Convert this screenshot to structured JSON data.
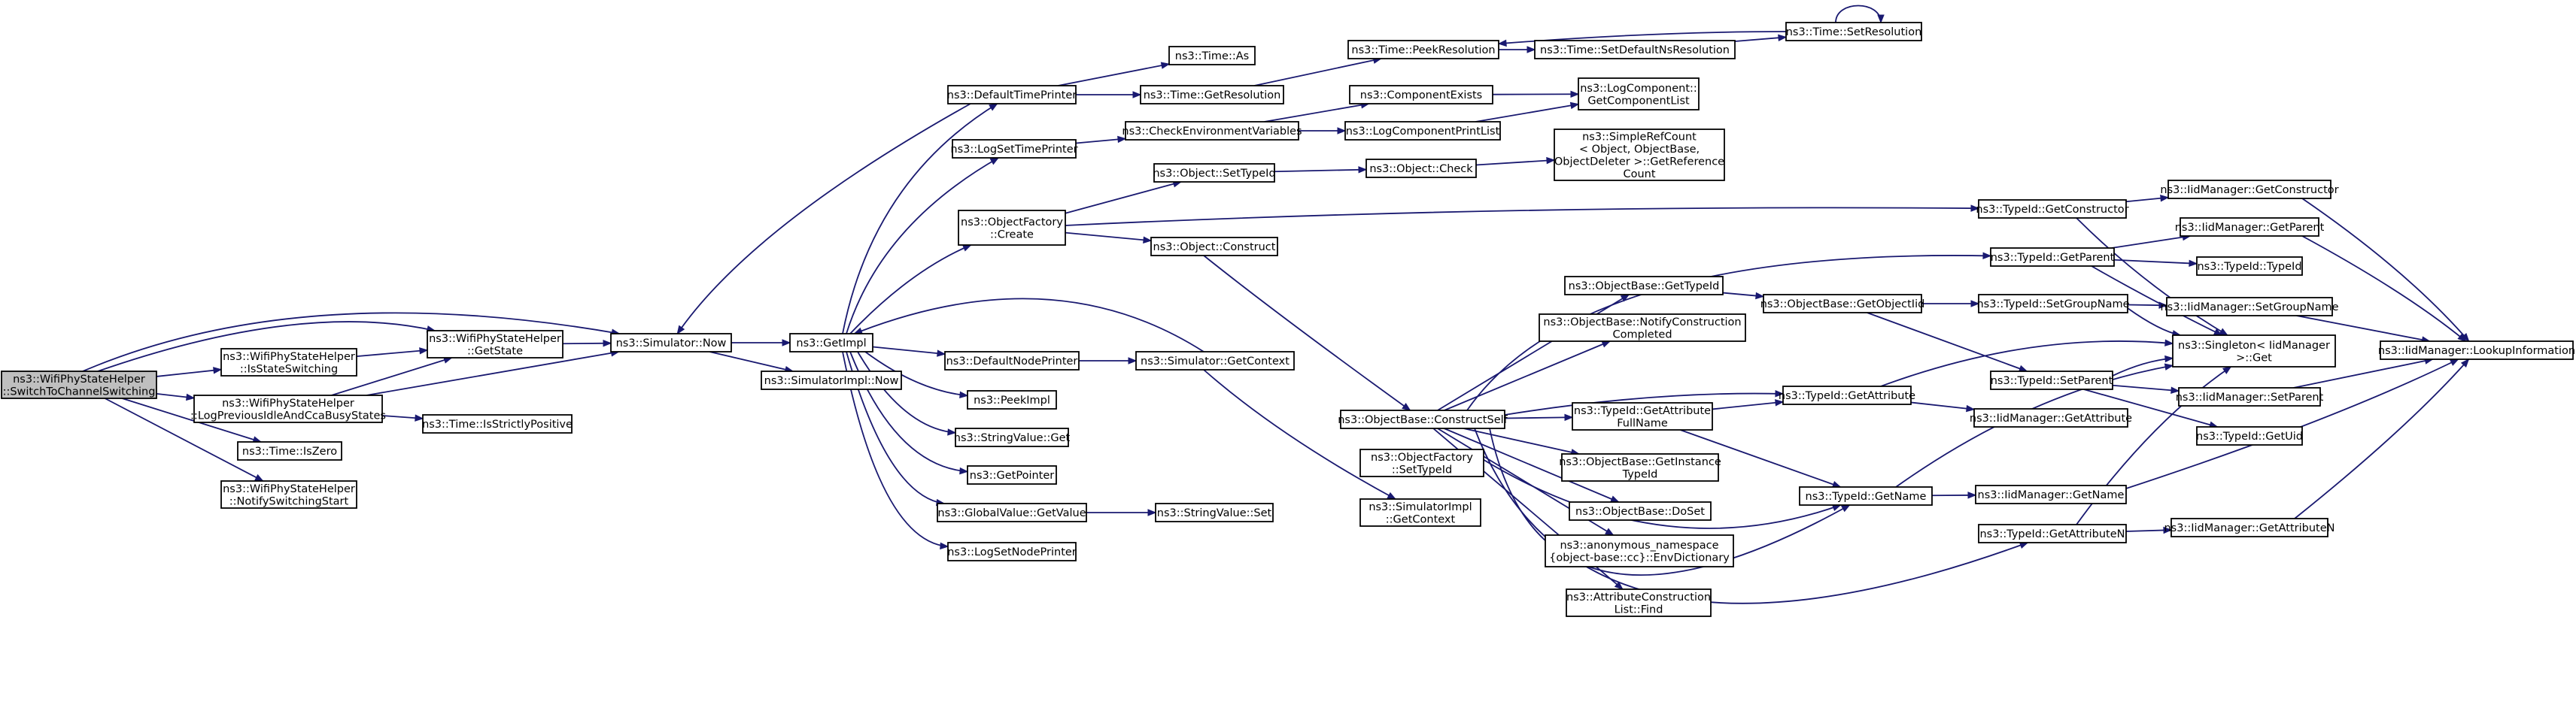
{
  "colors": {
    "edge": "#191970",
    "root_fill": "#bfbfbf",
    "node_fill": "#ffffff",
    "node_border": "#000000"
  },
  "nodes": {
    "switch": [
      "ns3::WifiPhyStateHelper",
      "::SwitchToChannelSwitching"
    ],
    "isstate": [
      "ns3::WifiPhyStateHelper",
      "::IsStateSwitching"
    ],
    "logprev": [
      "ns3::WifiPhyStateHelper",
      "::LogPreviousIdleAndCcaBusyStates"
    ],
    "iszero": [
      "ns3::Time::IsZero"
    ],
    "notify": [
      "ns3::WifiPhyStateHelper",
      "::NotifySwitchingStart"
    ],
    "getstate": [
      "ns3::WifiPhyStateHelper",
      "::GetState"
    ],
    "ispos": [
      "ns3::Time::IsStrictlyPositive"
    ],
    "now": [
      "ns3::Simulator::Now"
    ],
    "getimpl": [
      "ns3::GetImpl"
    ],
    "simimplnow": [
      "ns3::SimulatorImpl::Now"
    ],
    "dtp": [
      "ns3::DefaultTimePrinter"
    ],
    "logset": [
      "ns3::LogSetTimePrinter"
    ],
    "ofcreate": [
      "ns3::ObjectFactory",
      "::Create"
    ],
    "dnp": [
      "ns3::DefaultNodePrinter"
    ],
    "peekimpl": [
      "ns3::PeekImpl"
    ],
    "svget": [
      "ns3::StringValue::Get"
    ],
    "getptr": [
      "ns3::GetPointer"
    ],
    "gvget": [
      "ns3::GlobalValue::GetValue"
    ],
    "lsnp": [
      "ns3::LogSetNodePrinter"
    ],
    "timeas": [
      "ns3::Time::As"
    ],
    "timegetres": [
      "ns3::Time::GetResolution"
    ],
    "checkenv": [
      "ns3::CheckEnvironmentVariables"
    ],
    "objsettid": [
      "ns3::Object::SetTypeId"
    ],
    "objconstruct": [
      "ns3::Object::Construct"
    ],
    "simgetctx": [
      "ns3::Simulator::GetContext"
    ],
    "svset": [
      "ns3::StringValue::Set"
    ],
    "peekres": [
      "ns3::Time::PeekResolution"
    ],
    "setdefres": [
      "ns3::Time::SetDefaultNsResolution"
    ],
    "setres": [
      "ns3::Time::SetResolution"
    ],
    "compexists": [
      "ns3::ComponentExists"
    ],
    "logcpl": [
      "ns3::LogComponentPrintList"
    ],
    "objcheck": [
      "ns3::Object::Check"
    ],
    "constructself": [
      "ns3::ObjectBase::ConstructSelf"
    ],
    "ofsettid": [
      "ns3::ObjectFactory",
      "::SetTypeId"
    ],
    "simimplctx": [
      "ns3::SimulatorImpl",
      "::GetContext"
    ],
    "logcomp": [
      "ns3::LogComponent::",
      "GetComponentList"
    ],
    "refcount": [
      "ns3::SimpleRefCount",
      "< Object, ObjectBase,",
      "ObjectDeleter >::GetReference",
      "Count"
    ],
    "obgettid": [
      "ns3::ObjectBase::GetTypeId"
    ],
    "obnotify": [
      "ns3::ObjectBase::NotifyConstruction",
      "Completed"
    ],
    "tidgetattrfn": [
      "ns3::TypeId::GetAttribute",
      "FullName"
    ],
    "obgetinst": [
      "ns3::ObjectBase::GetInstance",
      "TypeId"
    ],
    "obdoset": [
      "ns3::ObjectBase::DoSet"
    ],
    "envdict": [
      "ns3::anonymous_namespace",
      "{object-base::cc}::EnvDictionary"
    ],
    "attrfind": [
      "ns3::AttributeConstruction",
      "List::Find"
    ],
    "obgetoid": [
      "ns3::ObjectBase::GetObjectIid"
    ],
    "tidgetattr": [
      "ns3::TypeId::GetAttribute"
    ],
    "tidgetname": [
      "ns3::TypeId::GetName"
    ],
    "tidgetctor": [
      "ns3::TypeId::GetConstructor"
    ],
    "tidgetparent": [
      "ns3::TypeId::GetParent"
    ],
    "tidsetgroup": [
      "ns3::TypeId::SetGroupName"
    ],
    "tidsetparent": [
      "ns3::TypeId::SetParent"
    ],
    "tidgetattrn": [
      "ns3::TypeId::GetAttributeN"
    ],
    "iidgetctor": [
      "ns3::IidManager::GetConstructor"
    ],
    "iidgetparent": [
      "ns3::IidManager::GetParent"
    ],
    "tidtypeid": [
      "ns3::TypeId::TypeId"
    ],
    "iidsetgroup": [
      "ns3::IidManager::SetGroupName"
    ],
    "singleton": [
      "ns3::Singleton< IidManager",
      ">::Get"
    ],
    "iidsetparent": [
      "ns3::IidManager::SetParent"
    ],
    "tidgetuid": [
      "ns3::TypeId::GetUid"
    ],
    "iidgetattr": [
      "ns3::IidManager::GetAttribute"
    ],
    "iidgetname": [
      "ns3::IidManager::GetName"
    ],
    "iidgetattrn": [
      "ns3::IidManager::GetAttributeN"
    ],
    "iidlookup": [
      "ns3::IidManager::LookupInformation"
    ]
  }
}
